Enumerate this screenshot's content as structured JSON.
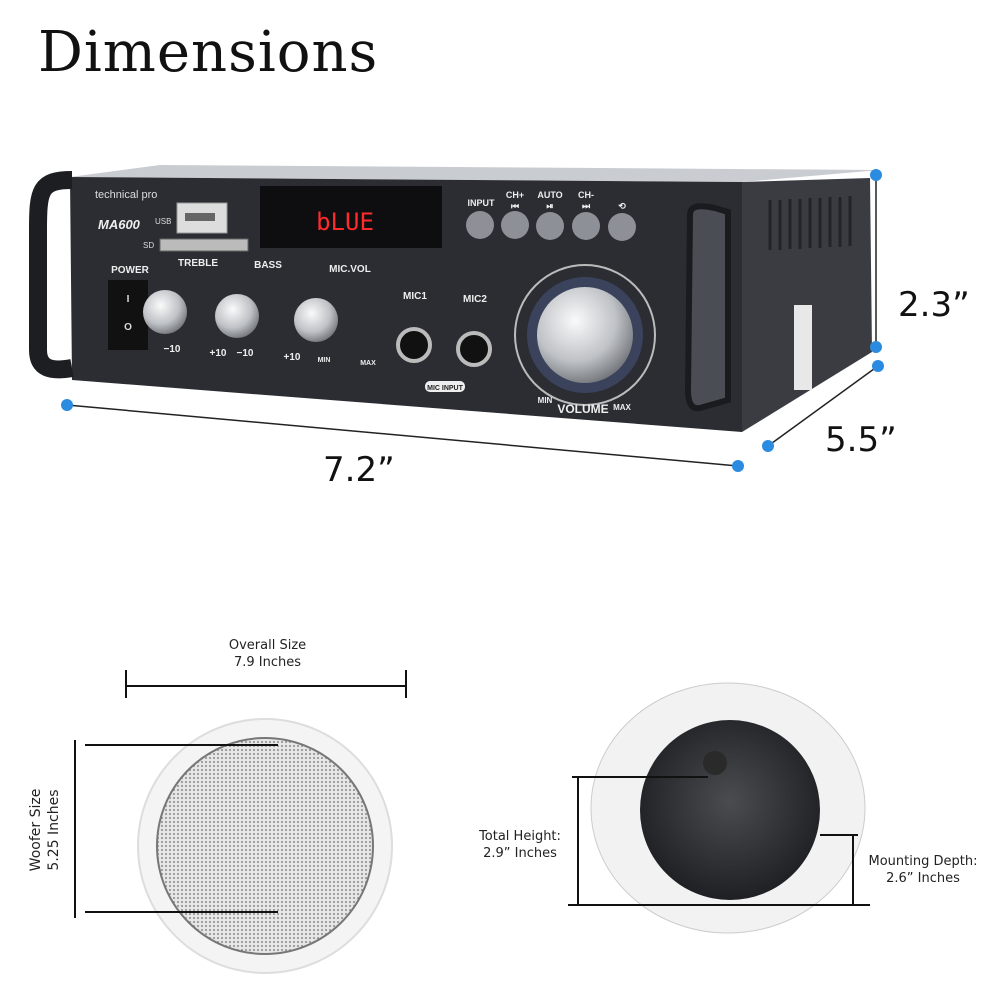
{
  "title": "Dimensions",
  "amplifier": {
    "brand": "technical pro",
    "model": "MA600",
    "display_text": "bLUE",
    "labels": {
      "usb": "USB",
      "sd": "SD",
      "power": "POWER",
      "treble": "TREBLE",
      "bass": "BASS",
      "mic_vol": "MIC.VOL",
      "mic1": "MIC1",
      "mic2": "MIC2",
      "mic_input": "MIC INPUT",
      "volume": "VOLUME",
      "min": "MIN",
      "max": "MAX",
      "minus10": "−10",
      "plus10": "+10"
    },
    "buttons": [
      {
        "label": "INPUT",
        "sub": ""
      },
      {
        "label": "CH+",
        "sub": "⏮"
      },
      {
        "label": "AUTO",
        "sub": "⏯"
      },
      {
        "label": "CH-",
        "sub": "⏭"
      },
      {
        "label": "",
        "sub": "⟲"
      }
    ],
    "dimensions": {
      "width": "7.2”",
      "height": "2.3”",
      "depth": "5.5”"
    }
  },
  "speaker_front": {
    "overall_label": "Overall Size",
    "overall_value": "7.9 Inches",
    "woofer_label": "Woofer Size",
    "woofer_value": "5.25 Inches"
  },
  "speaker_side": {
    "height_label": "Total Height:",
    "height_value": "2.9” Inches",
    "depth_label": "Mounting Depth:",
    "depth_value": "2.6” Inches"
  },
  "colors": {
    "dot": "#2a8be0",
    "panel": "#2b2d33",
    "led": "#ff2a2a"
  }
}
